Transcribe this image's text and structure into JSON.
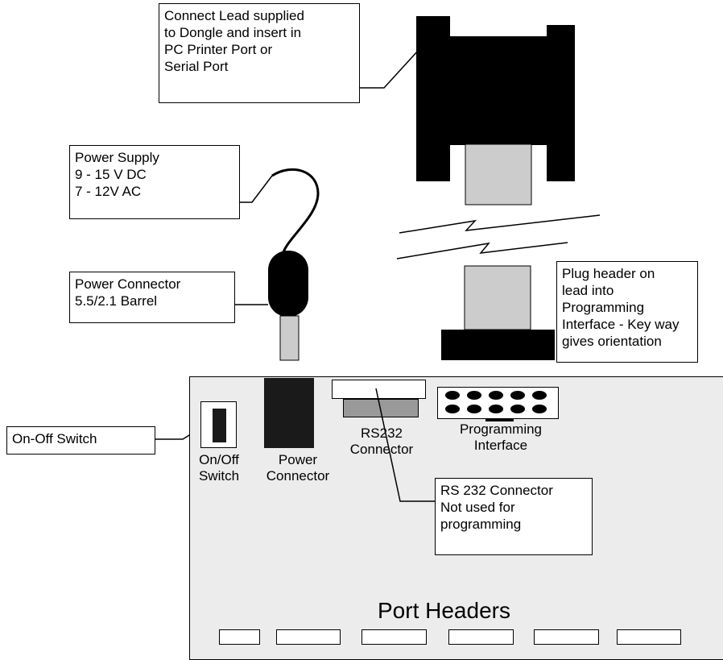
{
  "callouts": {
    "connect_lead": "Connect Lead supplied\nto Dongle and insert in\nPC Printer Port or\nSerial Port",
    "power_supply": "Power Supply\n9 - 15 V  DC\n7 - 12V AC",
    "power_connector": "Power Connector\n5.5/2.1 Barrel",
    "plug_header": "Plug header on\nlead into\nProgramming\nInterface - Key way\ngives orientation",
    "on_off_switch": "On-Off Switch",
    "rs232_note": "RS 232 Connector\nNot used for\nprogramming"
  },
  "board_labels": {
    "on_off": "On/Off\nSwitch",
    "power": "Power\nConnector",
    "rs232": "RS232\nConnector",
    "programming": "Programming\nInterface",
    "port_headers": "Port Headers"
  },
  "port_header_count": 6,
  "colors": {
    "dongle": "#000000",
    "header_plug": "#cccccc",
    "board": "#ececec",
    "rs232_body": "#999999"
  }
}
